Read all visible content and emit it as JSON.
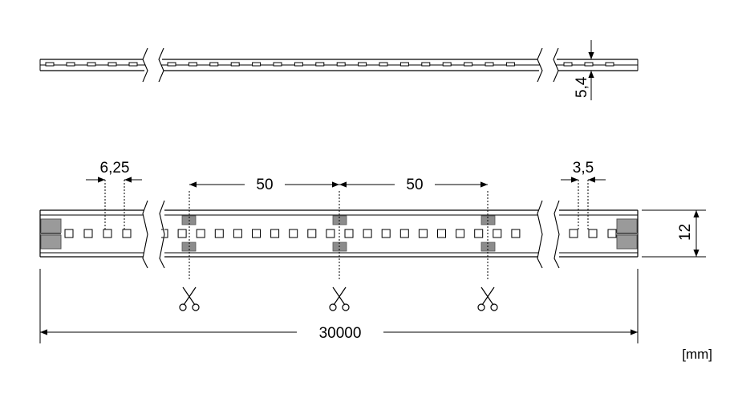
{
  "labels": {
    "height_side": "5,4",
    "led_pitch": "6,25",
    "cut_spacing_1": "50",
    "cut_spacing_2": "50",
    "led_width": "3,5",
    "strip_width": "12",
    "total_length": "30000",
    "unit": "[mm]"
  },
  "icons": {
    "cut_mark": "scissors-icon"
  }
}
